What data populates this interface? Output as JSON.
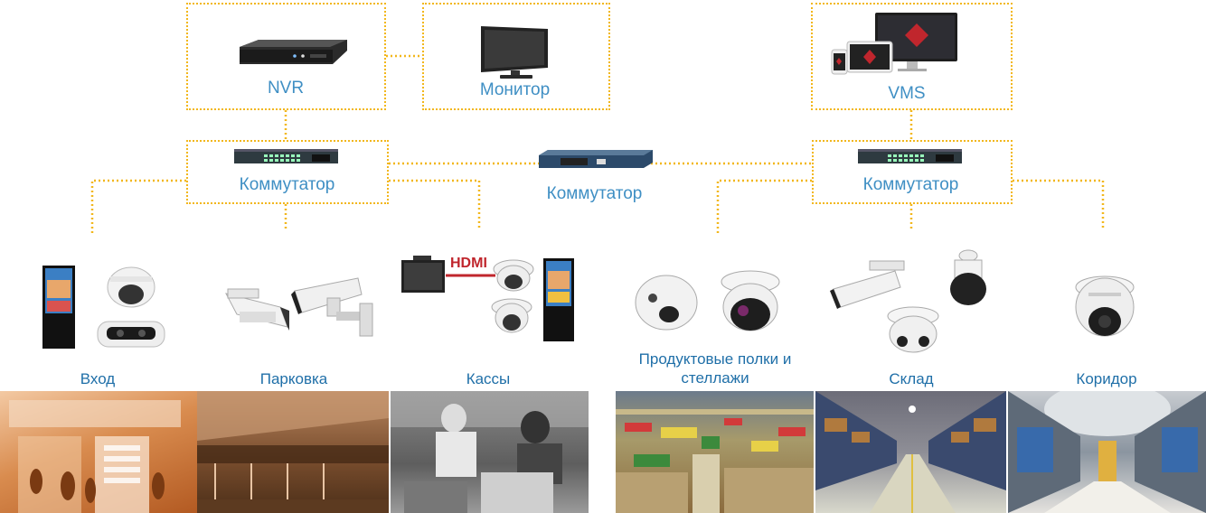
{
  "nodes": {
    "nvr": "NVR",
    "monitor": "Монитор",
    "vms": "VMS",
    "switch_left": "Коммутатор",
    "switch_center": "Коммутатор",
    "switch_right": "Коммутатор"
  },
  "zones": {
    "entrance": "Вход",
    "parking": "Парковка",
    "checkout": "Кассы",
    "shelves": "Продуктовые полки и стеллажи",
    "warehouse": "Склад",
    "corridor": "Коридор"
  },
  "hdmi_label": "HDMI",
  "colors": {
    "connector": "#f2b71c",
    "label": "#3f8fc4",
    "hdmi": "#c0262d"
  }
}
